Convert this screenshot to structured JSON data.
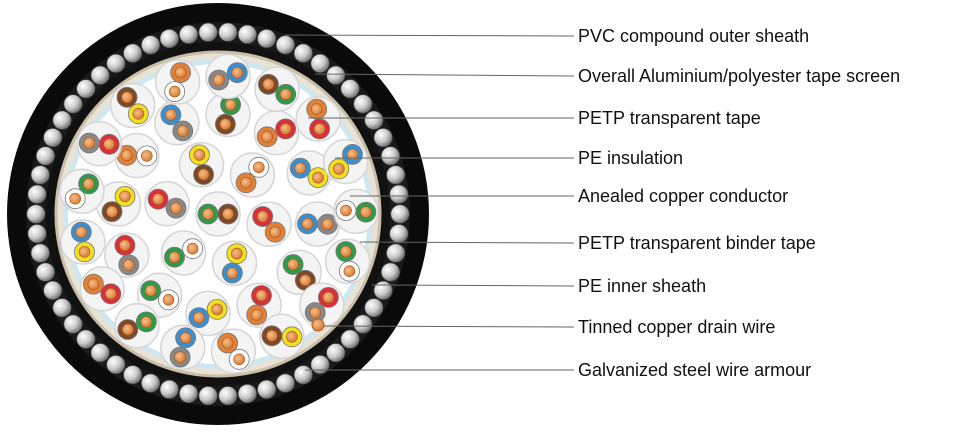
{
  "colors": {
    "outer_sheath": "#0a0a0a",
    "armour_wire": "#c8c8c8",
    "inner_sheath": "#111111",
    "screen_tape": "#d9d2c4",
    "binder_tape": "#cfe7f0",
    "pair_white": "#f2f2f2",
    "copper": "#e0813a",
    "leader": "#666666"
  },
  "pair_colors": [
    "#7a4a2a",
    "#e0813a",
    "#3a8fd0",
    "#2f9a4a",
    "#d9303a",
    "#f0e020",
    "#ffffff",
    "#888888"
  ],
  "labels": [
    {
      "name": "label-outer-sheath",
      "text": "PVC compound outer sheath"
    },
    {
      "name": "label-screen",
      "text": "Overall Aluminium/polyester tape screen"
    },
    {
      "name": "label-petp-tape",
      "text": "PETP transparent tape"
    },
    {
      "name": "label-pe-insulation",
      "text": "PE insulation"
    },
    {
      "name": "label-conductor",
      "text": "Anealed copper conductor"
    },
    {
      "name": "label-binder-tape",
      "text": "PETP transparent binder tape"
    },
    {
      "name": "label-inner-sheath",
      "text": "PE inner sheath"
    },
    {
      "name": "label-drain-wire",
      "text": "Tinned copper drain wire"
    },
    {
      "name": "label-armour",
      "text": "Galvanized steel wire armour"
    }
  ]
}
